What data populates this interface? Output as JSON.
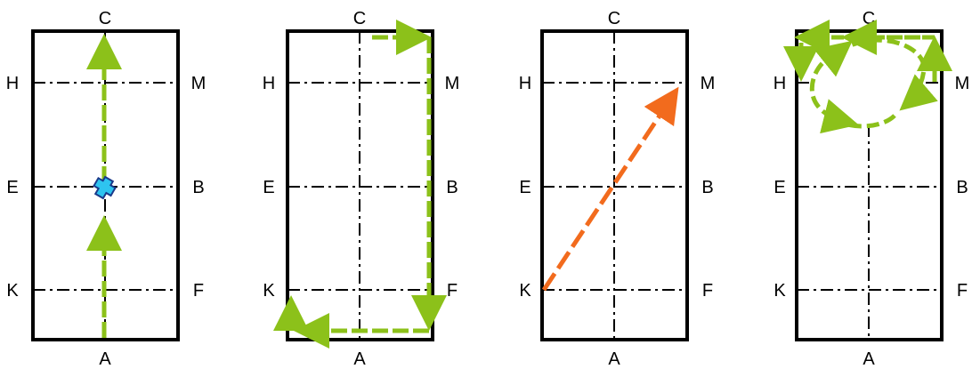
{
  "colors": {
    "border": "#000000",
    "centerline": "#000000",
    "green_path": "#8cc11a",
    "orange_path": "#f26b1d",
    "marker_fill": "#2ec4f0",
    "marker_stroke": "#1a3a8a"
  },
  "panels": [
    {
      "labels": {
        "top": "C",
        "bottom": "A",
        "left_upper": "H",
        "left_middle": "E",
        "left_lower": "K",
        "right_upper": "M",
        "right_middle": "B",
        "right_lower": "F"
      },
      "path": "green straight line from A to C through E-B centre, cross marker at centre"
    },
    {
      "labels": {
        "top": "C",
        "bottom": "A",
        "left_upper": "H",
        "left_middle": "E",
        "left_lower": "K",
        "right_upper": "M",
        "right_middle": "B",
        "right_lower": "F"
      },
      "path": "green route from top centre to top right, down right side, along bottom to left, up to K"
    },
    {
      "labels": {
        "top": "C",
        "bottom": "A",
        "left_upper": "H",
        "left_middle": "E",
        "left_lower": "K",
        "right_upper": "M",
        "right_middle": "B",
        "right_lower": "F"
      },
      "path": "orange diagonal from K to M"
    },
    {
      "labels": {
        "top": "C",
        "bottom": "A",
        "left_upper": "H",
        "left_middle": "E",
        "left_lower": "K",
        "right_upper": "M",
        "right_middle": "B",
        "right_lower": "F"
      },
      "path": "green loop in top area between H and M"
    }
  ]
}
